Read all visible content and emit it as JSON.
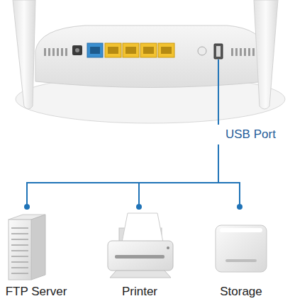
{
  "diagram": {
    "nodes": [
      {
        "text": [
          "USB Port"
        ]
      },
      {
        "text": [
          "FTP Server"
        ]
      },
      {
        "text": [
          "Printer"
        ]
      },
      {
        "text": [
          "Storage"
        ]
      }
    ],
    "edges": [
      {
        "from": 0,
        "to": 1,
        "arrow": "none"
      },
      {
        "from": 0,
        "to": 2,
        "arrow": "none"
      },
      {
        "from": 0,
        "to": 3,
        "arrow": "none"
      }
    ]
  }
}
